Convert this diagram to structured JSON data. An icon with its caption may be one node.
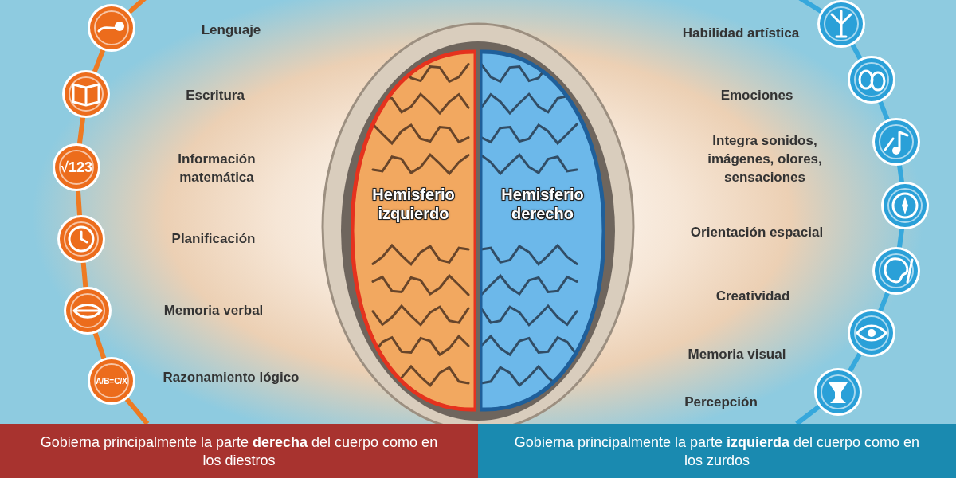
{
  "diagram": {
    "nodes": [
      {
        "text": [
          "Hemisferio izquierdo"
        ]
      },
      {
        "text": [
          "Hemisferio derecho"
        ]
      },
      {
        "text": [
          "Gobierna principalmente la parte **derecha** del cuerpo como en los diestros"
        ]
      },
      {
        "text": [
          "Gobierna principalmente la parte **izquierda** del cuerpo como en los zurdos"
        ]
      }
    ],
    "labels": [
      "Lenguaje",
      "Escritura",
      "Información matemática",
      "Planificación",
      "Memoria verbal",
      "Razonamiento lógico",
      "Habilidad artística",
      "Emociones",
      "Integra sonidos, imágenes, olores, sensaciones",
      "Orientación espacial",
      "Creatividad",
      "Memoria visual",
      "Percepción",
      "√123",
      "A/B=C/X"
    ]
  }
}
